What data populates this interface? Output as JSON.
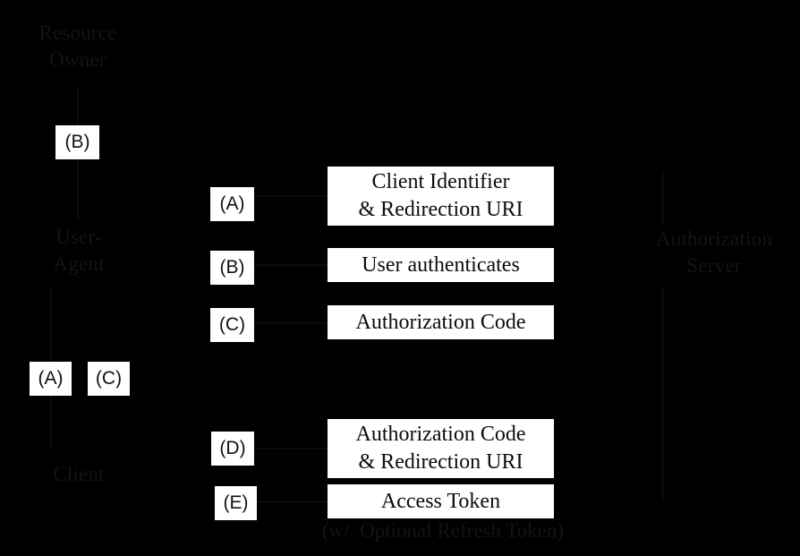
{
  "diagram": {
    "title": "OAuth 2.0 Authorization Code Flow",
    "background_color": "#000000",
    "box_fill_color": "#ffffff",
    "box_text_color": "#100c08",
    "faint_text_color": "#141414"
  },
  "entities": [
    {
      "id": "resource-owner",
      "label": "Resource\nOwner"
    },
    {
      "id": "user-agent",
      "label": "User-\nAgent"
    },
    {
      "id": "client",
      "label": "Client"
    },
    {
      "id": "authorization-server",
      "label": "Authorization\nServer"
    }
  ],
  "steps": [
    {
      "id": "step-b-owner",
      "label": "(B)"
    },
    {
      "id": "step-a-agent",
      "label": "(A)"
    },
    {
      "id": "step-b-agent",
      "label": "(B)"
    },
    {
      "id": "step-c-agent",
      "label": "(C)"
    },
    {
      "id": "step-a-client",
      "label": "(A)"
    },
    {
      "id": "step-c-client",
      "label": "(C)"
    },
    {
      "id": "step-d-client",
      "label": "(D)"
    },
    {
      "id": "step-e-client",
      "label": "(E)"
    }
  ],
  "messages": [
    {
      "id": "client-identifier-redirection-uri",
      "label": "Client Identifier\n& Redirection URI"
    },
    {
      "id": "user-authenticates",
      "label": "User authenticates"
    },
    {
      "id": "authorization-code",
      "label": "Authorization Code"
    },
    {
      "id": "authorization-code-redirection-uri",
      "label": "Authorization Code\n& Redirection URI"
    },
    {
      "id": "access-token",
      "label": "Access Token"
    }
  ],
  "footnote": {
    "label": "(w/  Optional Refresh Token)"
  }
}
